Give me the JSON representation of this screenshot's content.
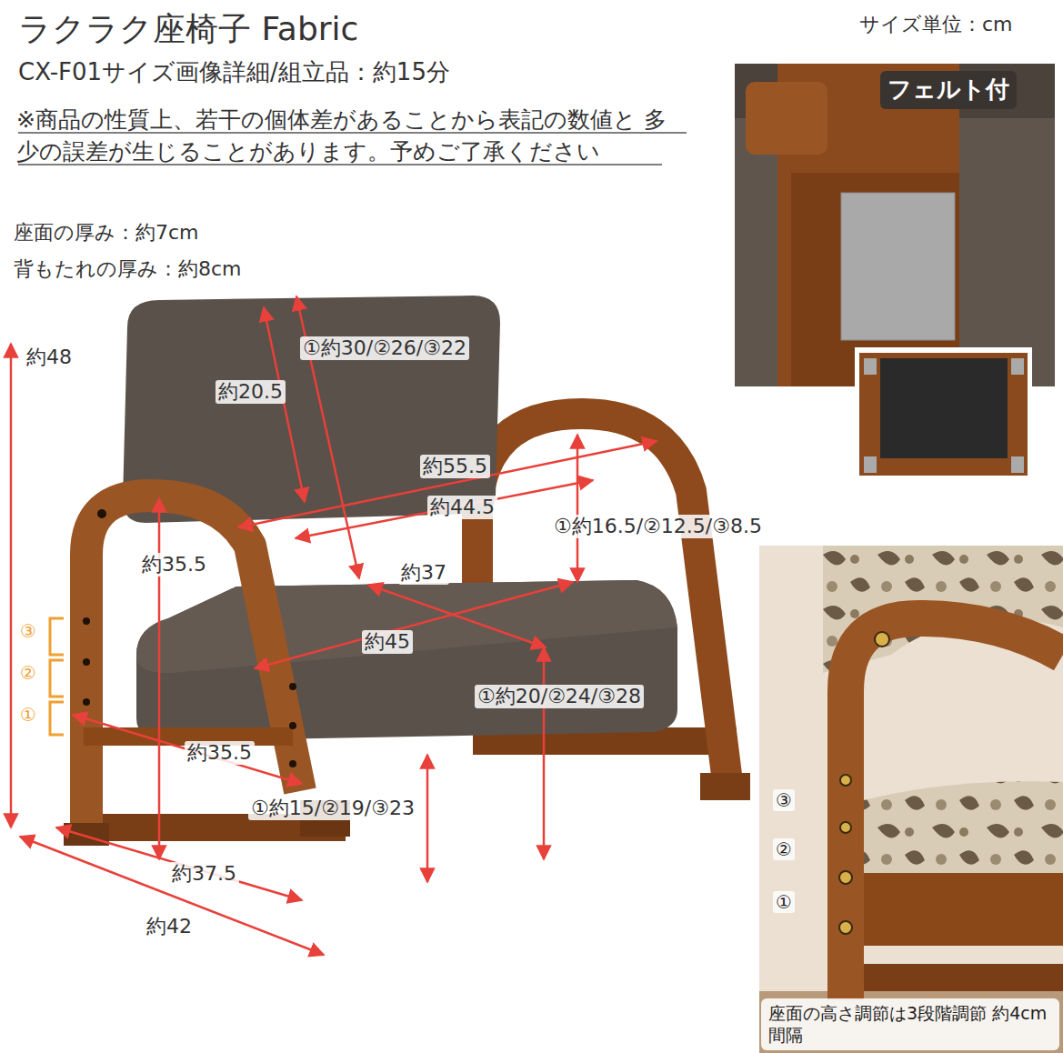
{
  "diagram": {
    "title": "ラクラク座椅子 Fabric",
    "nodes": [
      {
        "text": [
          "フェルト付"
        ]
      },
      {
        "text": [
          "座面の高さ調節は3段階調節 約4cm間隔"
        ]
      }
    ],
    "labels": [
      "CX-F01サイズ画像詳細/組立品：約15分",
      "サイズ単位：cm",
      "※商品の性質上、若干の個体差があることから表記の数値と 多少の誤差が生じることがあります。予めご了承ください",
      "座面の厚み：約7cm",
      "背もたれの厚み：約8cm",
      "約48",
      "約20.5",
      "①約30/②26/③22",
      "約55.5",
      "約44.5",
      "①約16.5/②12.5/③8.5",
      "約35.5",
      "約37",
      "約45",
      "①約20/②24/③28",
      "③",
      "②",
      "①",
      "約35.5",
      "①約15/②19/③23",
      "約37.5",
      "約42",
      "③",
      "②",
      "①"
    ]
  }
}
